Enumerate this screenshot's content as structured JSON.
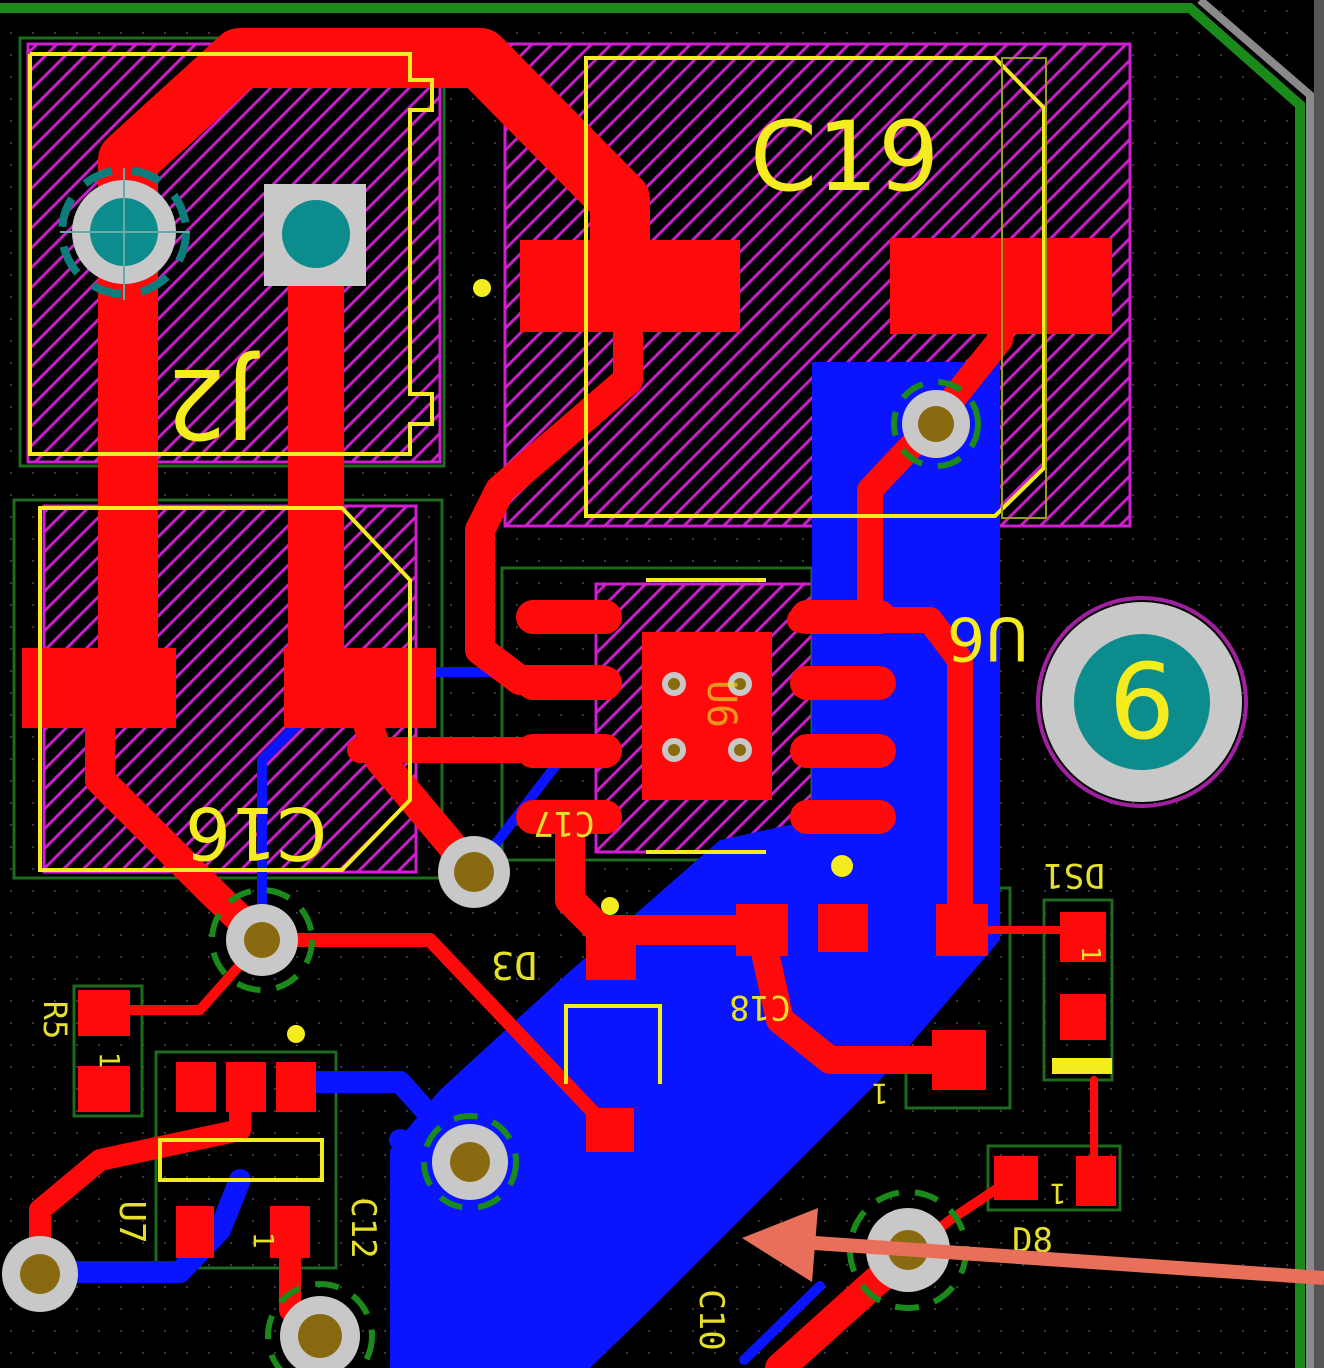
{
  "colors": {
    "background": "#000000",
    "top_copper": "#ff0a0a",
    "bottom_copper": "#0a14ff",
    "silkscreen": "#f4ec1e",
    "keepout_outline": "#d21ed2",
    "board_edge": "#1a8a1a",
    "pad_hole": "#8a6a10",
    "via_ring": "#c8c8c8",
    "teal_pad": "#0c8c8c",
    "arrow": "#e8705a",
    "grid_dot": "#3a3a3a"
  },
  "designators": {
    "j2": "J2",
    "c19": "C19",
    "c16": "C16",
    "u6": "U6",
    "c17": "C17",
    "c18": "C18",
    "d3": "D3",
    "r5": "R5",
    "u7": "U7",
    "c12": "C12",
    "c10": "C10",
    "ds1": "DS1",
    "d8": "D8",
    "ic_center": "U6"
  },
  "hole_badge": "6",
  "pad_marks": {
    "r5_pin": "1",
    "c12_pin": "1",
    "c18_pin": "1",
    "ds1_pin": "1",
    "d8_pin": "1"
  }
}
